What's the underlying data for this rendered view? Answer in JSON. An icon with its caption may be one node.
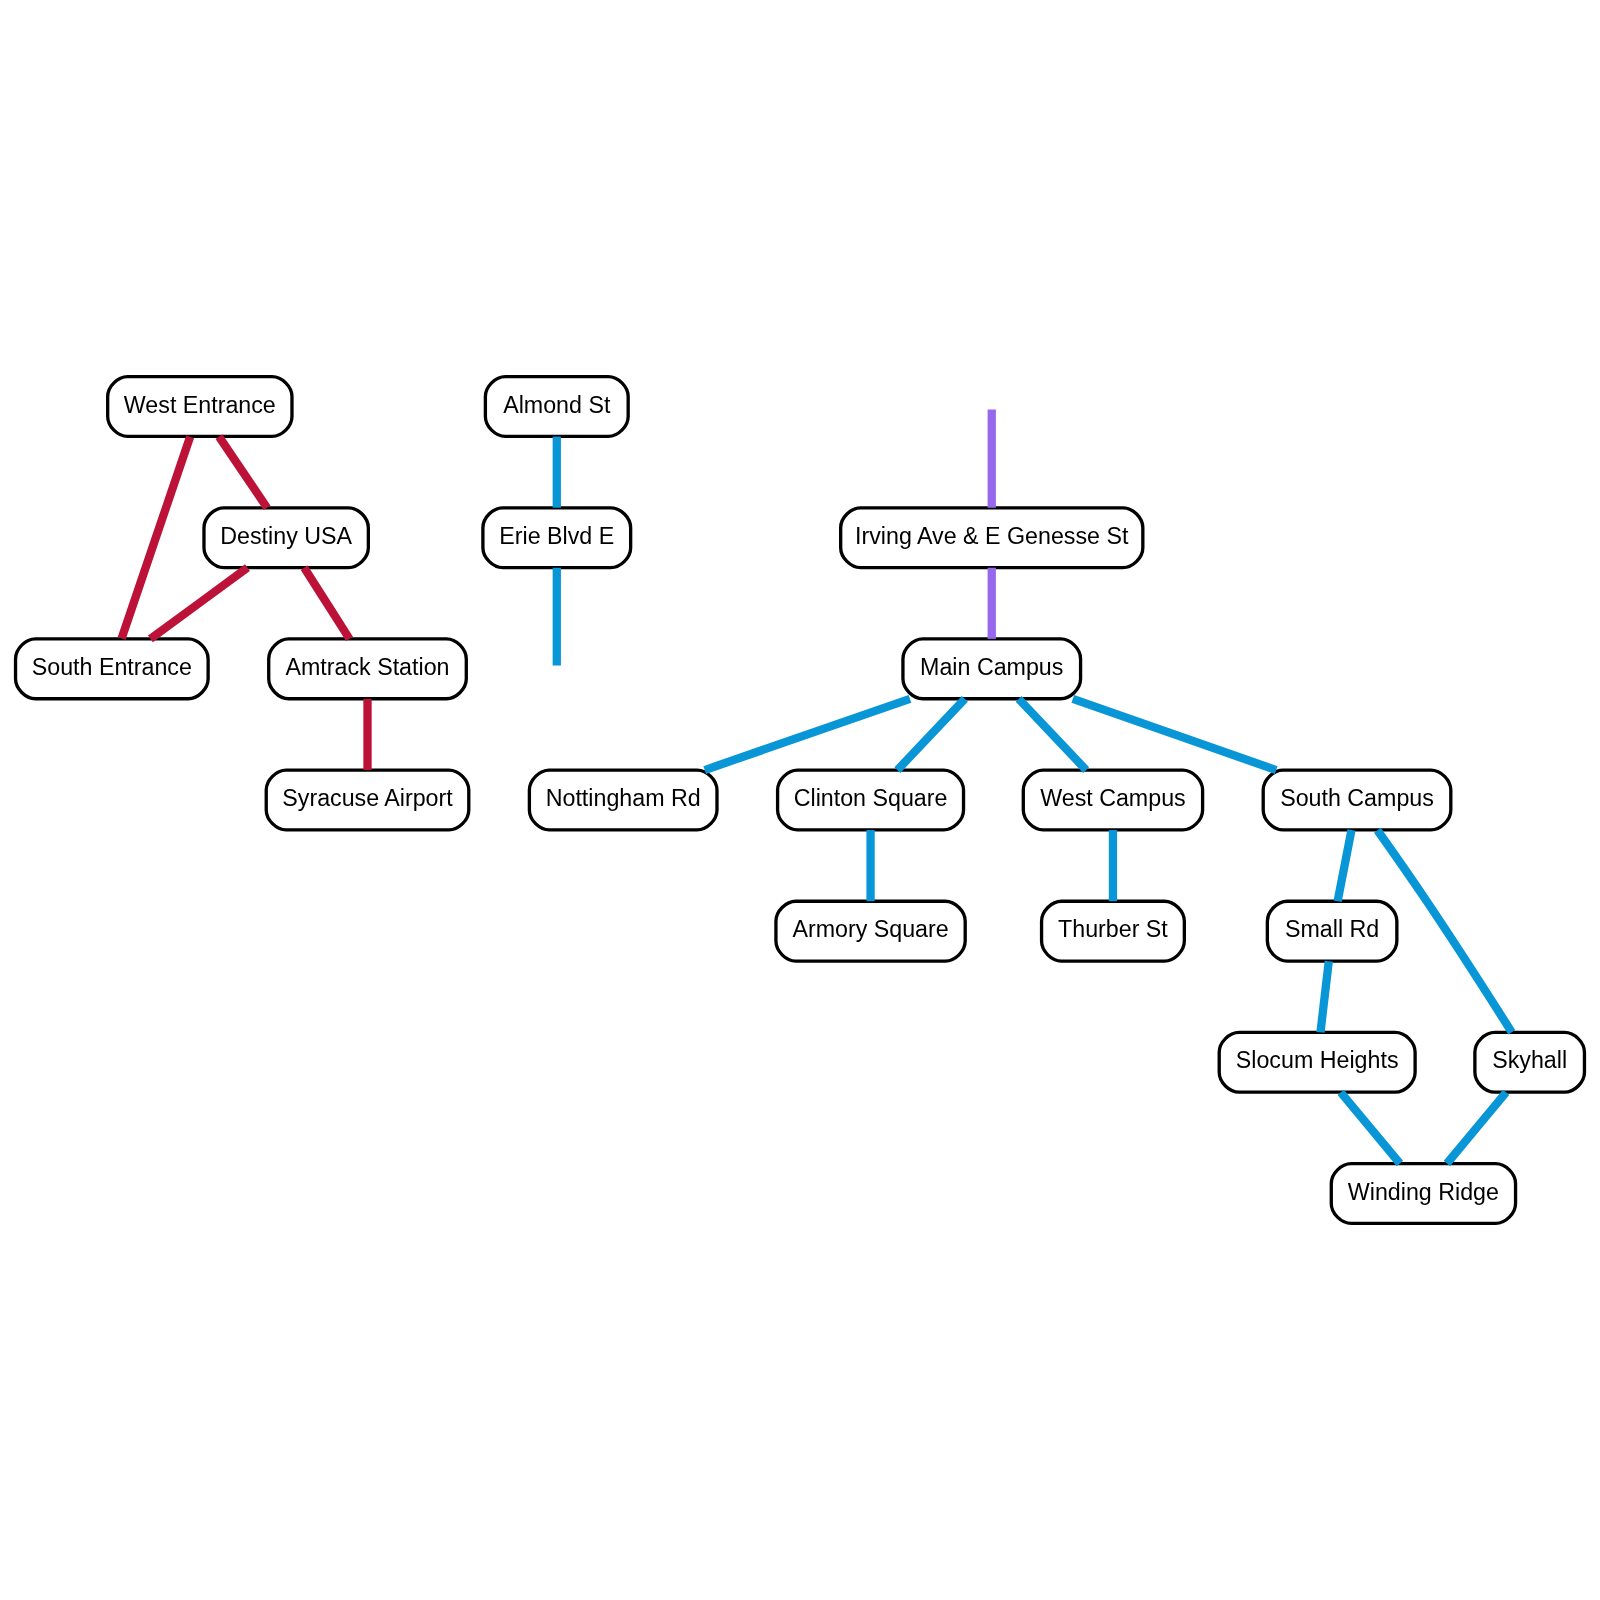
{
  "diagram": {
    "nodes": [
      {
        "text": [
          "South Entrance"
        ]
      },
      {
        "text": [
          "West Entrance"
        ]
      },
      {
        "text": [
          "Destiny USA"
        ]
      },
      {
        "text": [
          "Syracuse Airport"
        ]
      },
      {
        "text": [
          "Amtrack Station"
        ]
      },
      {
        "text": [
          "Erie Blvd E"
        ]
      },
      {
        "text": [
          "Almond St"
        ]
      },
      {
        "text": [
          "Nottingham Rd"
        ]
      },
      {
        "text": [
          "Irving Ave & E Genesse St"
        ]
      },
      {
        "text": [
          "Main Campus"
        ]
      },
      {
        "text": [
          "Clinton Square"
        ]
      },
      {
        "text": [
          "Armory Square"
        ]
      },
      {
        "text": [
          "West Campus"
        ]
      },
      {
        "text": [
          "South Campus"
        ]
      },
      {
        "text": [
          "Small Rd"
        ]
      },
      {
        "text": [
          "Skyhall"
        ]
      },
      {
        "text": [
          "Thurber St"
        ]
      },
      {
        "text": [
          "Slocum Heights"
        ]
      },
      {
        "text": [
          "Winding Ridge"
        ]
      }
    ],
    "edges": [
      {
        "from": 1,
        "to": 0,
        "arrow": "none",
        "color": "#bc1238"
      },
      {
        "from": 1,
        "to": 2,
        "arrow": "none",
        "color": "#bc1238"
      },
      {
        "from": 2,
        "to": 0,
        "arrow": "none",
        "color": "#bc1238"
      },
      {
        "from": 2,
        "to": 4,
        "arrow": "none",
        "color": "#bc1238"
      },
      {
        "from": 4,
        "to": 3,
        "arrow": "none",
        "color": "#bc1238"
      },
      {
        "from": null,
        "to": 8,
        "arrow": "none",
        "color": "#9768ec"
      },
      {
        "from": 8,
        "to": 9,
        "arrow": "none",
        "color": "#9768ec"
      },
      {
        "from": 6,
        "to": 5,
        "arrow": "none"
      },
      {
        "from": 5,
        "to": null,
        "arrow": "none"
      },
      {
        "from": 9,
        "to": 10,
        "arrow": "none"
      },
      {
        "from": 10,
        "to": 11,
        "arrow": "none"
      },
      {
        "from": 9,
        "to": 12,
        "arrow": "none"
      },
      {
        "from": 12,
        "to": 16,
        "arrow": "none"
      },
      {
        "from": 9,
        "to": 13,
        "arrow": "none"
      },
      {
        "from": 9,
        "to": 7,
        "arrow": "none"
      },
      {
        "from": 13,
        "to": 14,
        "arrow": "none"
      },
      {
        "from": 13,
        "to": 15,
        "arrow": "none"
      },
      {
        "from": 14,
        "to": 17,
        "arrow": "none"
      },
      {
        "from": 17,
        "to": 18,
        "arrow": "none"
      },
      {
        "from": 15,
        "to": 18,
        "arrow": "none"
      }
    ]
  }
}
